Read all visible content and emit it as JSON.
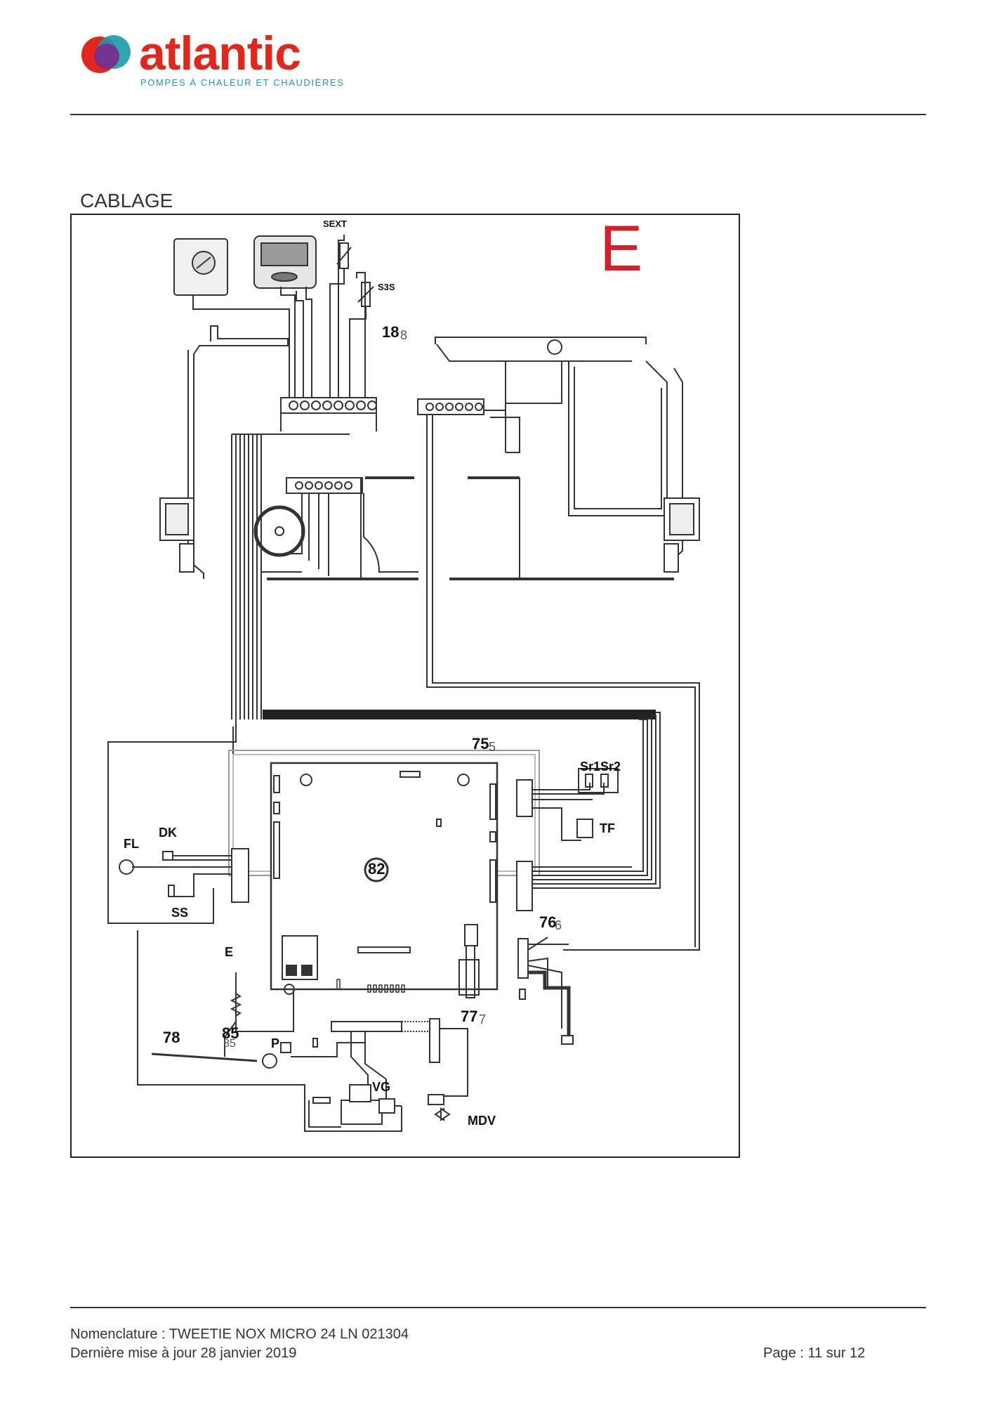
{
  "header": {
    "brand": "atlantic",
    "tagline": "POMPES À CHALEUR ET CHAUDIÈRES",
    "colors": {
      "brand_red": "#e1261c",
      "brand_teal": "#1b9aa8",
      "brand_purple": "#7a2a8e"
    }
  },
  "section": {
    "title": "CABLAGE"
  },
  "diagram": {
    "letter": "E",
    "letter_color": "#d3202a",
    "labels": {
      "sext": "SEXT",
      "s3s": "S3S",
      "c18": "18",
      "c18_faint": "8",
      "c75": "75",
      "c75_faint": "5",
      "sr1sr2": "Sr1Sr2",
      "tf": "TF",
      "fl": "FL",
      "dk": "DK",
      "c82": "82",
      "ss": "SS",
      "c76": "76",
      "c76_faint": "6",
      "e": "E",
      "c77": "77",
      "c77_faint": "7",
      "c78": "78",
      "c85": "85",
      "c85_faint": "85",
      "p": "P",
      "vg": "VG",
      "mdv": "MDV"
    }
  },
  "footer": {
    "nomenclature": "Nomenclature : TWEETIE NOX MICRO 24 LN 021304",
    "last_update": "Dernière mise à jour 28 janvier 2019",
    "page": "Page : 11 sur 12"
  }
}
